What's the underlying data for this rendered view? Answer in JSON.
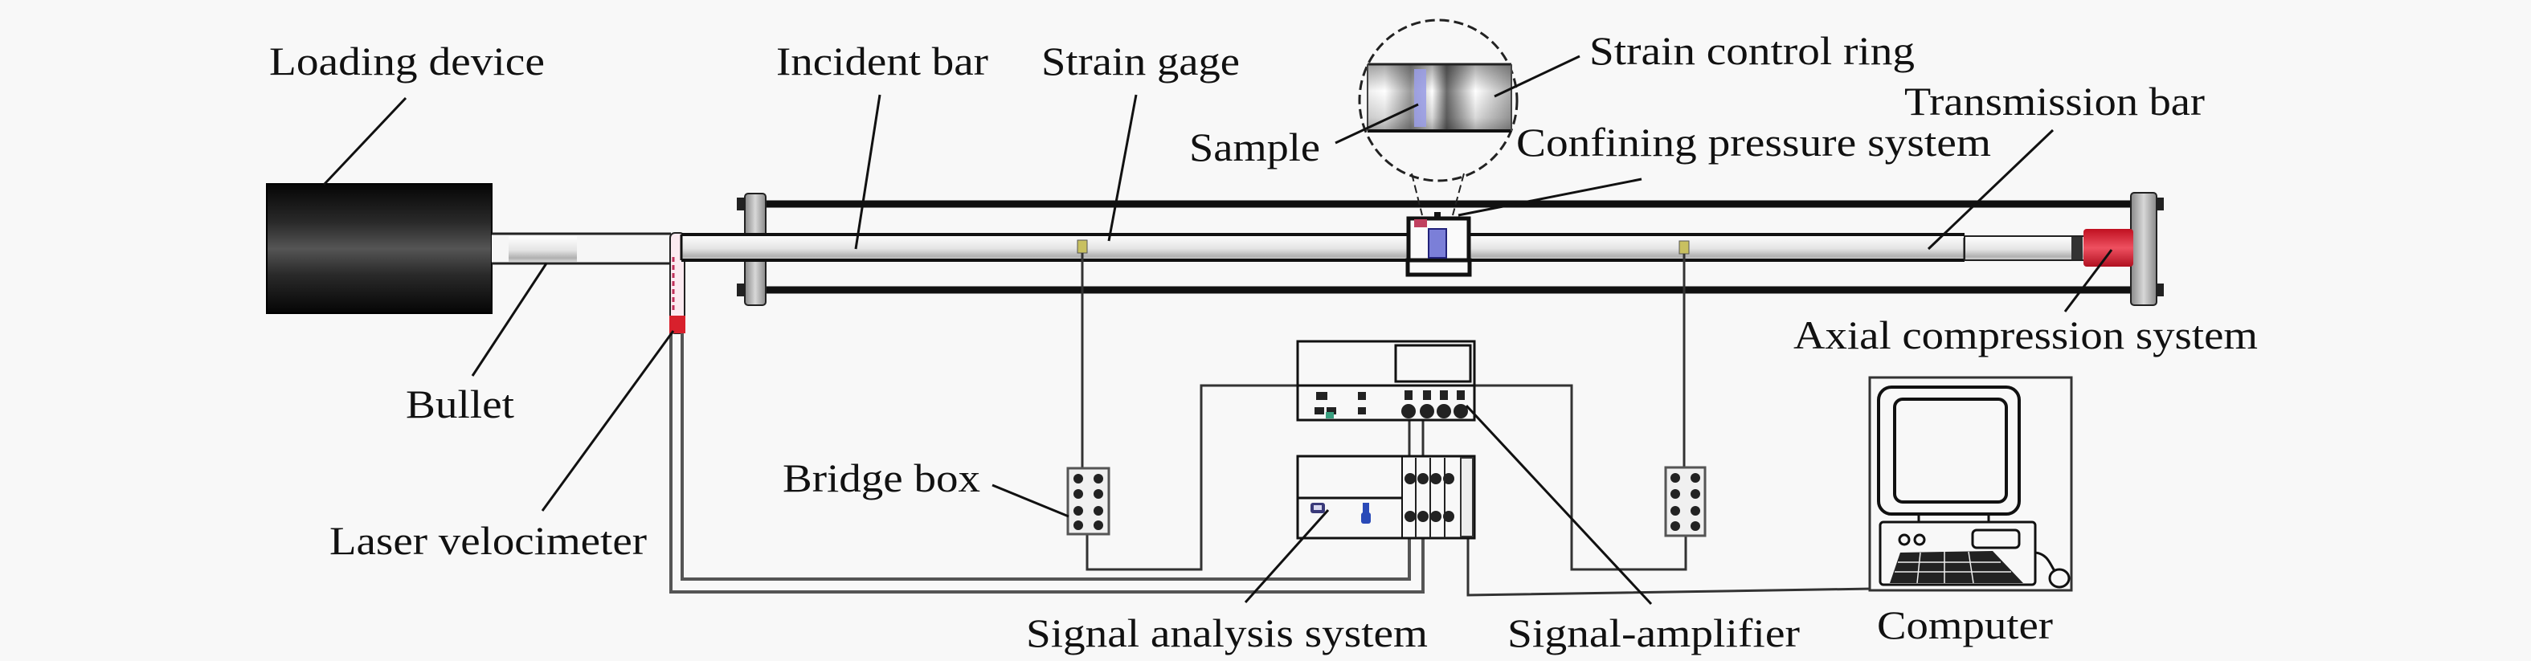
{
  "figure": {
    "title": "Split Hopkinson pressure bar test system with confining and axial compression",
    "colors": {
      "background": "#f8f8f8",
      "ink": "#111111",
      "axial_red": "#d8202c",
      "sample_blue": "#7b7fd8",
      "gage_yellow": "#c8c060"
    }
  },
  "labels": {
    "loading_device": "Loading device",
    "incident_bar": "Incident bar",
    "strain_gage": "Strain gage",
    "strain_control_ring": "Strain control ring",
    "transmission_bar": "Transmission bar",
    "sample": "Sample",
    "confining_pressure_system": "Confining pressure system",
    "axial_compression_system": "Axial compression system",
    "bullet": "Bullet",
    "laser_velocimeter": "Laser velocimeter",
    "bridge_box": "Bridge box",
    "signal_analysis_system": "Signal analysis system",
    "signal_amplifier": "Signal-amplifier",
    "computer": "Computer"
  },
  "components": [
    {
      "id": "loading-device",
      "label_key": "loading_device"
    },
    {
      "id": "bullet",
      "label_key": "bullet"
    },
    {
      "id": "laser-velocimeter",
      "label_key": "laser_velocimeter"
    },
    {
      "id": "incident-bar",
      "label_key": "incident_bar"
    },
    {
      "id": "strain-gage",
      "label_key": "strain_gage",
      "count": 2
    },
    {
      "id": "confining-cell",
      "label_key": "confining_pressure_system"
    },
    {
      "id": "sample",
      "label_key": "sample"
    },
    {
      "id": "strain-control-ring",
      "label_key": "strain_control_ring"
    },
    {
      "id": "transmission-bar",
      "label_key": "transmission_bar"
    },
    {
      "id": "axial-compression",
      "label_key": "axial_compression_system"
    },
    {
      "id": "bridge-box",
      "label_key": "bridge_box",
      "count": 2
    },
    {
      "id": "signal-amplifier",
      "label_key": "signal_amplifier"
    },
    {
      "id": "signal-analysis",
      "label_key": "signal_analysis_system"
    },
    {
      "id": "computer",
      "label_key": "computer"
    }
  ]
}
